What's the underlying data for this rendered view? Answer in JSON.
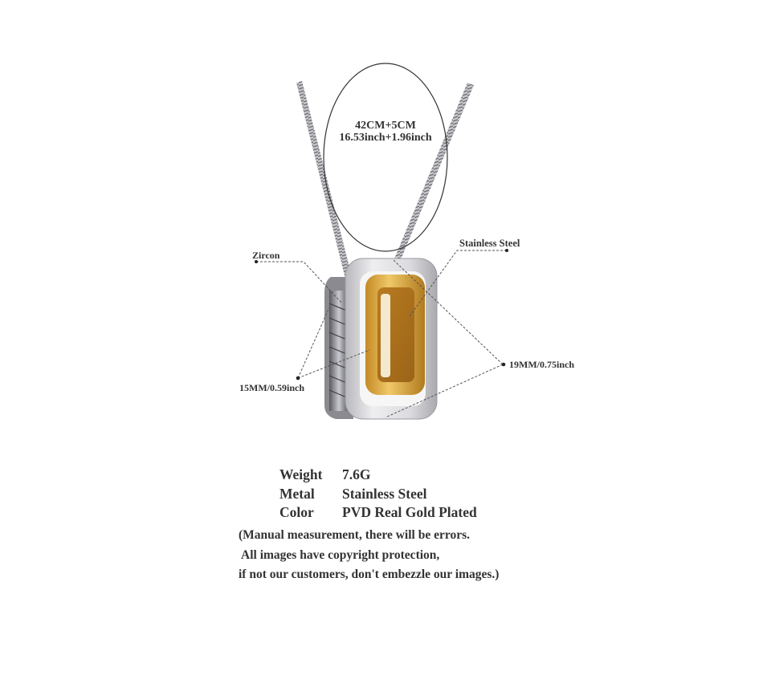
{
  "product_image": {
    "subject": "necklace-pendant",
    "colors": {
      "background": "#ffffff",
      "silver": "#d9d9dc",
      "silver_dark": "#8f8f94",
      "gold": "#d6a335",
      "gold_dark": "#a8741c",
      "zircon": "#6a6a70",
      "annotation_text": "#333333",
      "dimension_line": "#555555"
    }
  },
  "chain_length": {
    "metric": "42CM+5CM",
    "imperial": "16.53inch+1.96inch"
  },
  "callouts": {
    "zircon": "Zircon",
    "stainless_steel": "Stainless Steel",
    "width": "15MM/0.59inch",
    "height": "19MM/0.75inch"
  },
  "specs": [
    {
      "key": "Weight",
      "value": "7.6G"
    },
    {
      "key": "Metal",
      "value": "Stainless Steel"
    },
    {
      "key": "Color",
      "value": "PVD Real Gold Plated"
    }
  ],
  "disclaimer": [
    "(Manual measurement, there will be errors.",
    " All images have copyright protection,",
    "if not our customers, don't embezzle our images.)"
  ]
}
